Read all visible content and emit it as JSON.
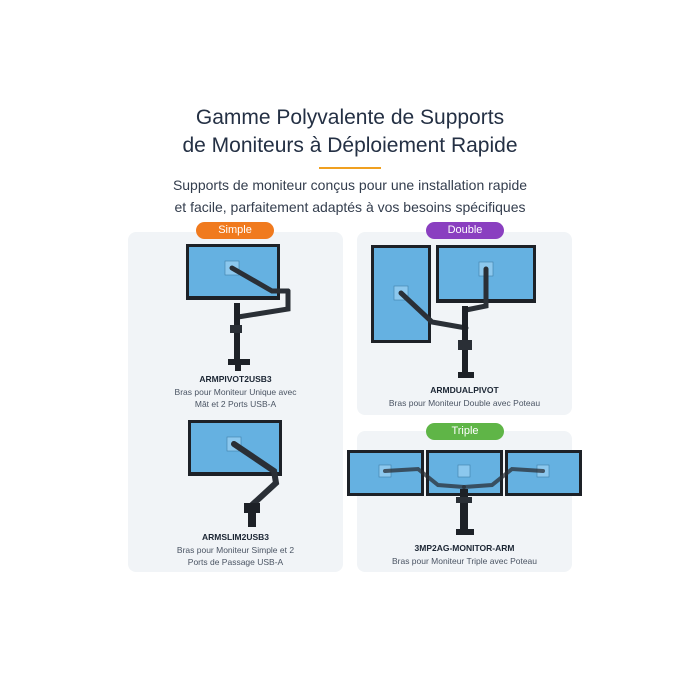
{
  "header": {
    "title_line1": "Gamme Polyvalente de Supports",
    "title_line2": "de Moniteurs à Déploiement Rapide",
    "subtitle_line1": "Supports de moniteur conçus pour une installation rapide",
    "subtitle_line2": "et facile, parfaitement adaptés à vos besoins spécifiques",
    "accent_color": "#f0a020"
  },
  "categories": {
    "simple": {
      "label": "Simple",
      "color": "#f07a1e"
    },
    "double": {
      "label": "Double",
      "color": "#8a3fc0"
    },
    "triple": {
      "label": "Triple",
      "color": "#5fb547"
    }
  },
  "products": [
    {
      "sku": "ARMPIVOT2USB3",
      "desc_line1": "Bras pour Moniteur Unique avec",
      "desc_line2": "Mât et 2 Ports USB-A"
    },
    {
      "sku": "ARMSLIM2USB3",
      "desc_line1": "Bras pour Moniteur Simple et 2",
      "desc_line2": "Ports de Passage USB-A"
    },
    {
      "sku": "ARMDUALPIVOT",
      "desc_line1": "Bras pour Moniteur Double avec Poteau"
    },
    {
      "sku": "3MP2AG-MONITOR-ARM",
      "desc_line1": "Bras pour Moniteur Triple avec Poteau"
    }
  ]
}
